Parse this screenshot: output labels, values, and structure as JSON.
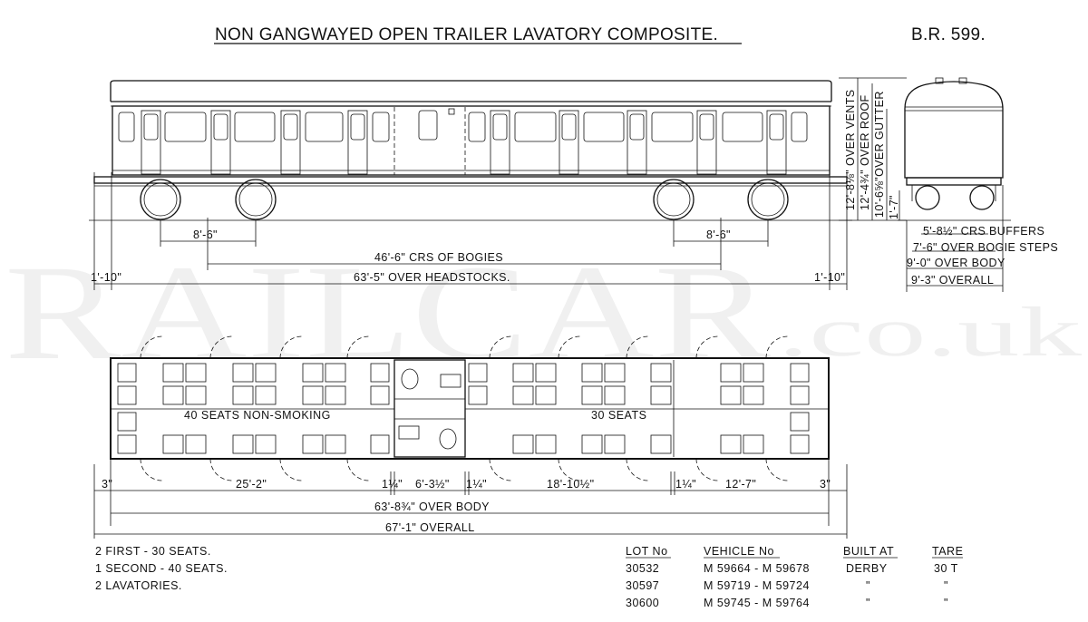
{
  "header": {
    "title": "NON GANGWAYED OPEN TRAILER LAVATORY COMPOSITE.",
    "diagram_ref": "B.R. 599."
  },
  "watermark": {
    "main": "RAILCAR",
    "suffix": ".co.uk"
  },
  "side_elevation": {
    "bogie_wheelbase_left": "8'-6\"",
    "bogie_wheelbase_right": "8'-6\"",
    "bogie_centres": "46'-6\" CRS OF BOGIES",
    "headstocks": "63'-5\" OVER HEADSTOCKS.",
    "buffer_left": "1'-10\"",
    "buffer_right": "1'-10\""
  },
  "end_elevation": {
    "over_vents": "12'-8⅛\" OVER VENTS",
    "over_roof": "12'-4¾\" OVER ROOF",
    "over_gutter": "10'-6⅝\"OVER GUTTER",
    "rail_to_step": "1'-7\"",
    "buffers": "5'-8½\" CRS BUFFERS",
    "bogie_steps": "7'-6\" OVER BOGIE STEPS",
    "over_body": "9'-0\" OVER BODY",
    "overall": "9'-3\" OVERALL"
  },
  "plan": {
    "saloon_left_label": "40 SEATS NON-SMOKING",
    "saloon_right_label": "30 SEATS",
    "dim_end_left": "3\"",
    "dim_saloon_left": "25'-2\"",
    "dim_partition_1": "1¼\"",
    "dim_lavatory": "6'-3½\"",
    "dim_partition_2": "1¼\"",
    "dim_saloon_right_a": "18'-10½\"",
    "dim_partition_3": "1¼\"",
    "dim_saloon_right_b": "12'-7\"",
    "dim_end_right": "3\"",
    "over_body": "63'-8¾\" OVER BODY",
    "overall": "67'-1\" OVERALL"
  },
  "accommodation": [
    "2 FIRST  -  30 SEATS.",
    "1 SECOND  -  40 SEATS.",
    "2 LAVATORIES."
  ],
  "lot_table": {
    "headers": [
      "LOT No",
      "VEHICLE No",
      "BUILT AT",
      "TARE"
    ],
    "rows": [
      [
        "30532",
        "M 59664 - M 59678",
        "DERBY",
        "30 T"
      ],
      [
        "30597",
        "M 59719 - M 59724",
        "\"",
        "\""
      ],
      [
        "30600",
        "M 59745 - M 59764",
        "\"",
        "\""
      ]
    ]
  }
}
